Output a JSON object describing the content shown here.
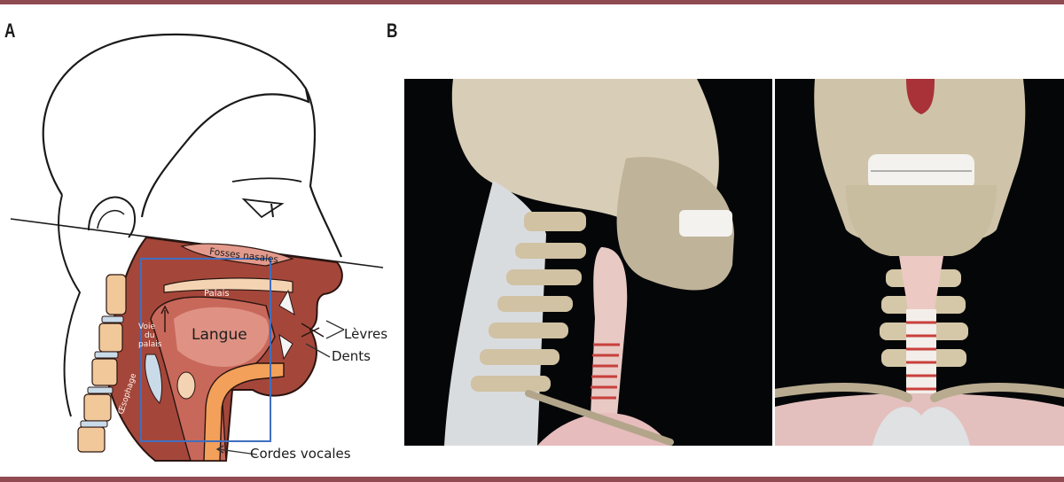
{
  "frame": {
    "bar_color": "#8f4a52"
  },
  "panel_a": {
    "letter": "A",
    "labels": {
      "fosses_nasales": "Fosses nasales",
      "palais": "Palais",
      "voie_line1": "Voie",
      "voie_line2": "du",
      "voie_line3": "palais",
      "langue": "Langue",
      "oesophage": "Œsophage",
      "levres": "Lèvres",
      "dents": "Dents",
      "cordes_vocales": "Cordes vocales"
    },
    "colors": {
      "tissue_dark": "#a4473a",
      "tissue_mid": "#c8685a",
      "tissue_light": "#e39a8c",
      "bone": "#f1c89a",
      "disc": "#c9dbe8",
      "trachea": "#f2a05a",
      "highlight_box": "#3f6fc0"
    }
  },
  "panel_b": {
    "letter": "B",
    "images": [
      {
        "view": "lateral-3d-skeleton-neck",
        "bg": "#050608"
      },
      {
        "view": "frontal-3d-skeleton-neck",
        "bg": "#050608"
      }
    ]
  }
}
